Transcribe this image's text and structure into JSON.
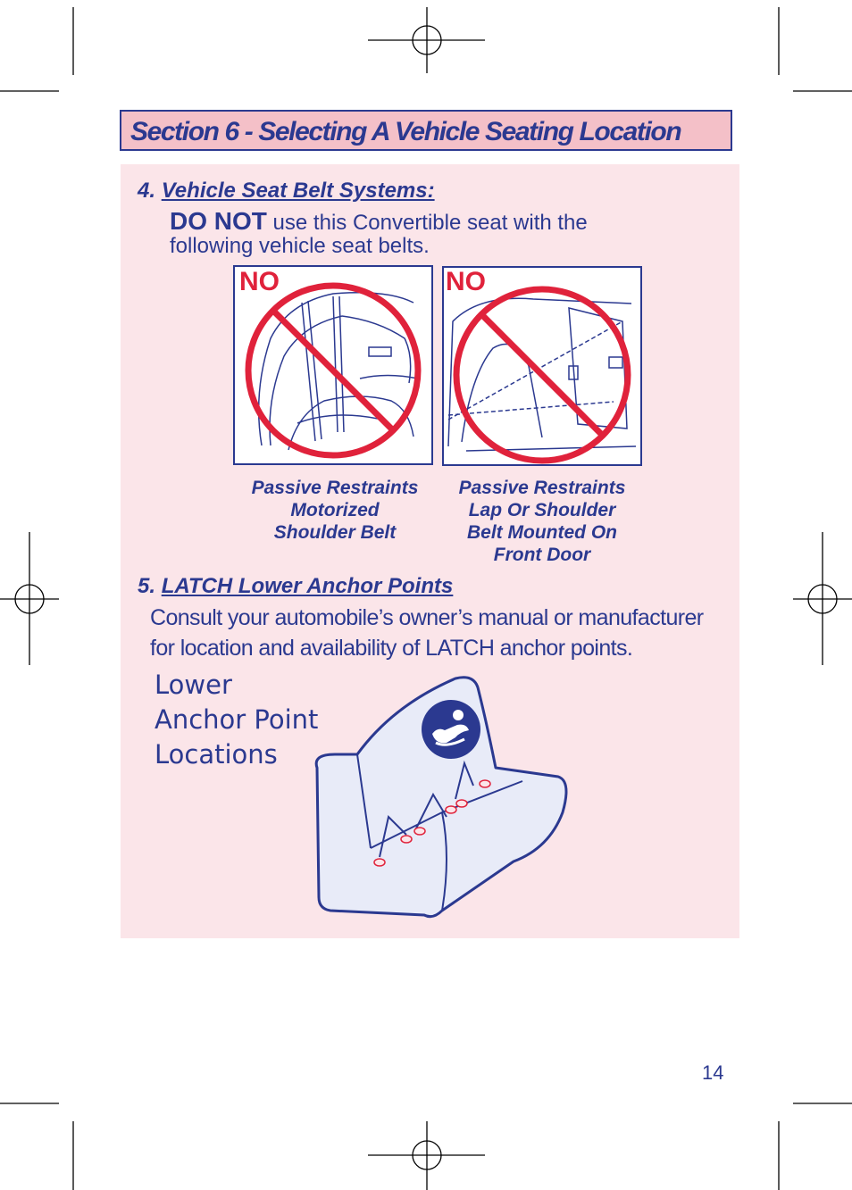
{
  "section_title": "Section 6 - Selecting A Vehicle Seating Location",
  "item4": {
    "number": "4.",
    "heading": "Vehicle Seat Belt Systems:",
    "do_not": "DO NOT",
    "line1_rest": " use this Convertible seat with the",
    "line2": "following vehicle seat belts.",
    "images": [
      {
        "no_label": "NO",
        "caption": "Passive Restraints\nMotorized\nShoulder Belt"
      },
      {
        "no_label": "NO",
        "caption": "Passive Restraints\nLap Or Shoulder\nBelt Mounted On\nFront Door"
      }
    ]
  },
  "item5": {
    "number": "5.",
    "heading": "LATCH Lower Anchor Points",
    "line1": "Consult your automobile’s owner’s manual or manufacturer",
    "line2": "for location and availability of LATCH anchor points.",
    "label_lines": [
      "Lower",
      "Anchor Point",
      "Locations"
    ]
  },
  "page_number": "14",
  "colors": {
    "blue": "#2b3990",
    "red": "#e0223b",
    "pink_panel": "#fbe5e9",
    "pink_header": "#f4c0c8"
  }
}
